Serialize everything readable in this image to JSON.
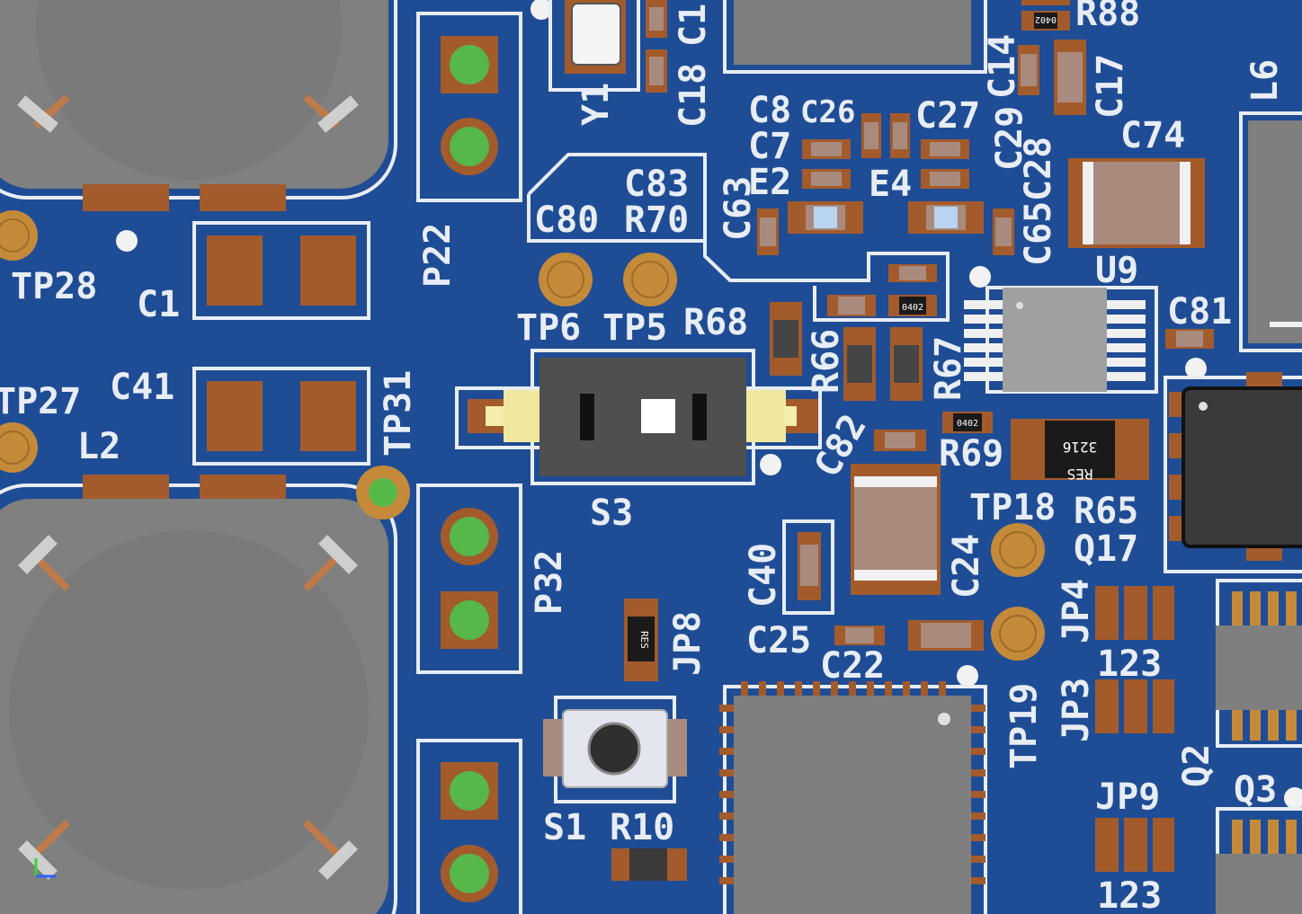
{
  "colors": {
    "board": "#1f4d95",
    "silk": "#e8edf5",
    "copper": "#a35b2c",
    "pad_green": "#56b849",
    "gold": "#c48a3a",
    "ic_gray": "#7f7f7f",
    "cap_body": "#a98b7e"
  },
  "labels": {
    "TP28": "TP28",
    "C1": "C1",
    "TP27": "TP27",
    "C41": "C41",
    "L2": "L2",
    "TP31": "TP31",
    "P22": "P22",
    "P32": "P32",
    "Y1": "Y1",
    "C18": "C18",
    "C1x": "C1",
    "C80": "C80",
    "C83": "C83",
    "R70": "R70",
    "TP6": "TP6",
    "TP5": "TP5",
    "R68": "R68",
    "S3": "S3",
    "JP8": "JP8",
    "S1": "S1",
    "R10": "R10",
    "C8": "C8",
    "C26": "C26",
    "C27": "C27",
    "C7": "C7",
    "E2": "E2",
    "E4": "E4",
    "C63": "C63",
    "C14": "C14",
    "C29": "C29",
    "C28": "C28",
    "C65": "C65",
    "R88": "R88",
    "C17": "C17",
    "C74": "C74",
    "U9": "U9",
    "L6": "L6",
    "C81": "C81",
    "R66": "R66",
    "R67": "R67",
    "C82": "C82",
    "R69": "R69",
    "C24": "C24",
    "C40": "C40",
    "C25": "C25",
    "C22": "C22",
    "TP18": "TP18",
    "R65": "R65",
    "Q17": "Q17",
    "TP19": "TP19",
    "JP4": "JP4",
    "JP3": "JP3",
    "JP9": "JP9",
    "Q2": "Q2",
    "Q3": "Q3",
    "pins_a": "123",
    "pins_b": "123"
  },
  "part_marks": {
    "res_small": "RES",
    "res_big_top": "3216",
    "res_big_bottom": "RES",
    "pkg_0402": "0402"
  }
}
